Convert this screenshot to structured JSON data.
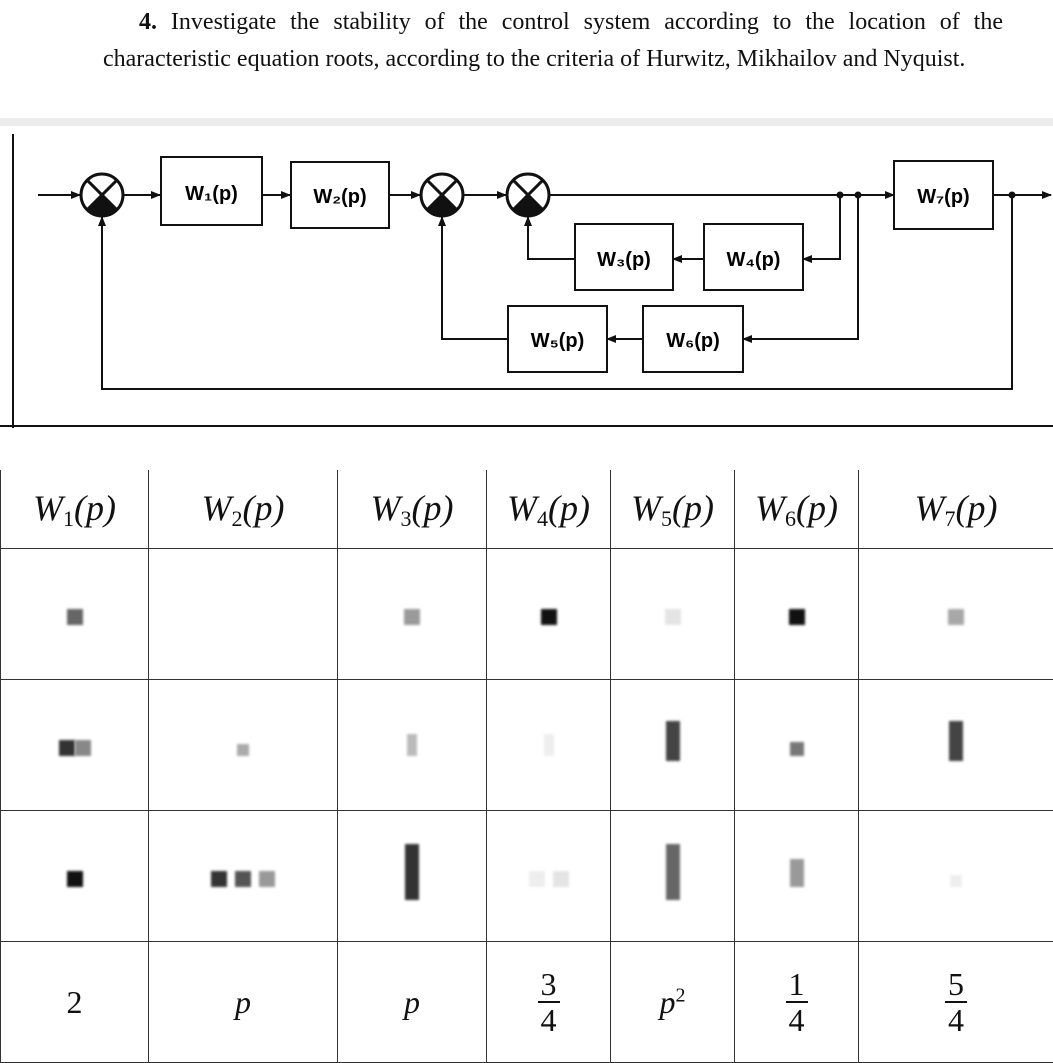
{
  "task": {
    "number": "4.",
    "text": "Investigate the stability of the control system according to the location of the characteristic equation roots, according to the criteria of Hurwitz, Mikhailov and Nyquist."
  },
  "blocks": {
    "w1": "W₁(p)",
    "w2": "W₂(p)",
    "w3": "W₃(p)",
    "w4": "W₄(p)",
    "w5": "W₅(p)",
    "w6": "W₆(p)",
    "w7": "W₇(p)"
  },
  "table": {
    "headers": [
      {
        "base": "W",
        "sub": "1",
        "arg": "(p)"
      },
      {
        "base": "W",
        "sub": "2",
        "arg": "(p)"
      },
      {
        "base": "W",
        "sub": "3",
        "arg": "(p)"
      },
      {
        "base": "W",
        "sub": "4",
        "arg": "(p)"
      },
      {
        "base": "W",
        "sub": "5",
        "arg": "(p)"
      },
      {
        "base": "W",
        "sub": "6",
        "arg": "(p)"
      },
      {
        "base": "W",
        "sub": "7",
        "arg": "(p)"
      }
    ],
    "last_row": {
      "c1": "2",
      "c2": "p",
      "c3": "p",
      "c4_num": "3",
      "c4_den": "4",
      "c5_base": "p",
      "c5_exp": "2",
      "c6_num": "1",
      "c6_den": "4",
      "c7_num": "5",
      "c7_den": "4"
    }
  },
  "colors": {
    "line": "#111111",
    "block_border": "#111111",
    "background": "#ffffff"
  }
}
